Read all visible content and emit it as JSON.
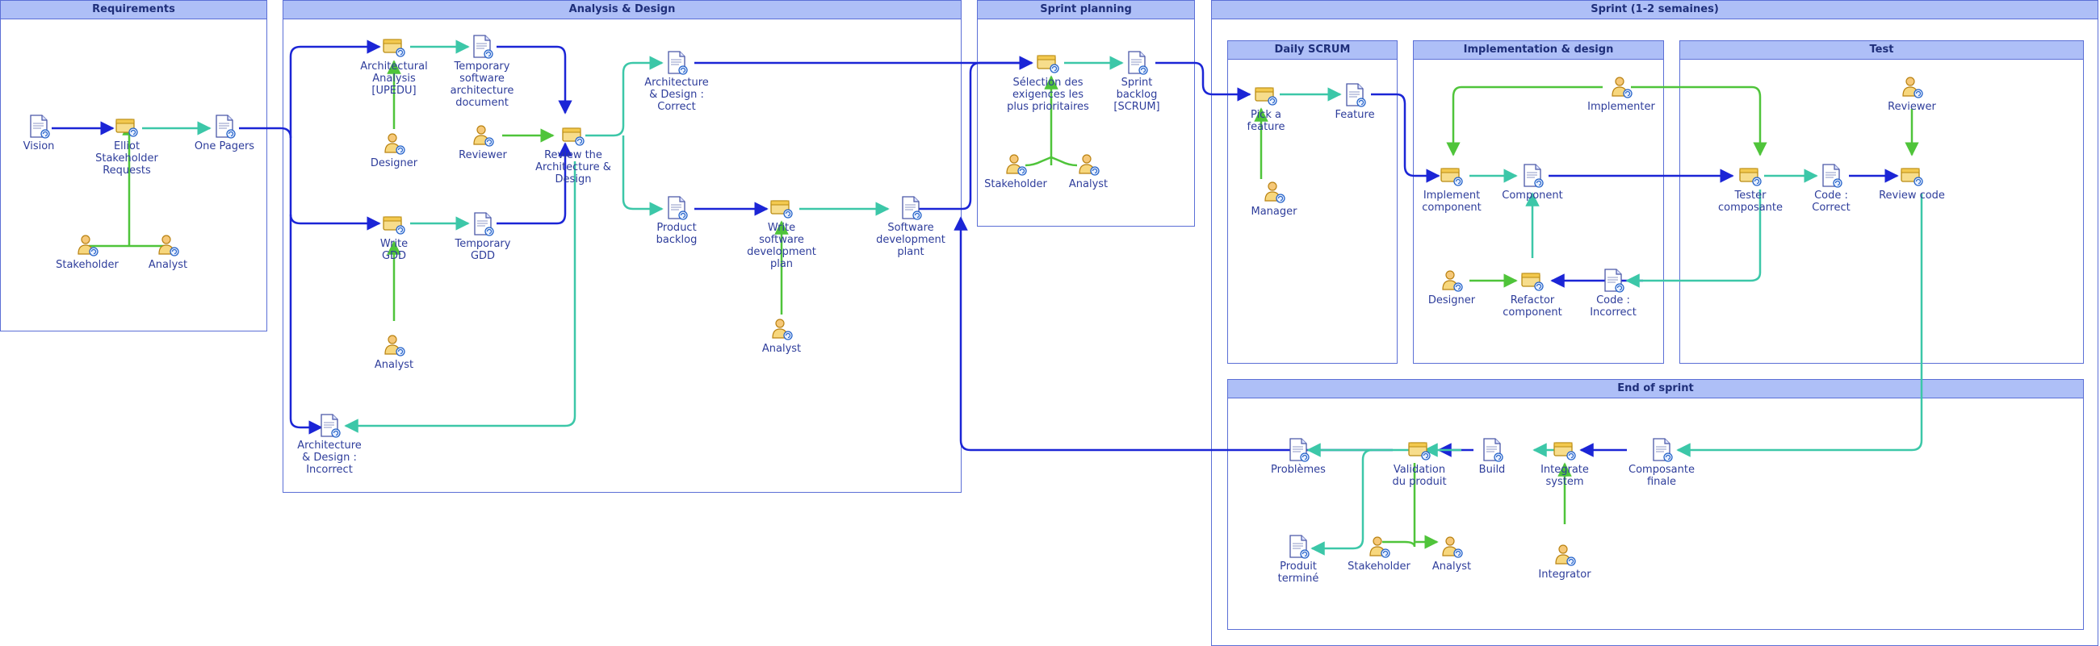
{
  "lanes": {
    "requirements": "Requirements",
    "analysis": "Analysis & Design",
    "sprint_planning": "Sprint planning",
    "sprint": "Sprint (1-2 semaines)",
    "daily": "Daily SCRUM",
    "implementation": "Implementation & design",
    "test": "Test",
    "end": "End of sprint"
  },
  "nodes": {
    "vision": "Vision",
    "elliot_req": "Elliot Stakeholder\nRequests",
    "one_pagers": "One Pagers",
    "req_stakeholder": "Stakeholder",
    "req_analyst": "Analyst",
    "arch_analysis": "Architectural\nAnalysis\n[UPEDU]",
    "temp_arch_doc": "Temporary\nsoftware\narchitecture\ndocument",
    "designer_ad": "Designer",
    "reviewer_ad": "Reviewer",
    "review_arch": "Review the\nArchitecture &\nDesign",
    "write_gdd": "Write\nGDD",
    "temp_gdd": "Temporary\nGDD",
    "analyst_gdd": "Analyst",
    "ad_incorrect": "Architecture\n& Design :\nIncorrect",
    "ad_correct": "Architecture\n& Design :\nCorrect",
    "product_backlog": "Product\nbacklog",
    "write_sdp": "Write\nsoftware\ndevelopment\nplan",
    "sdp": "Software\ndevelopment\nplant",
    "analyst_sdp": "Analyst",
    "selection": "Sélection des\nexigences les\nplus prioritaires",
    "sprint_backlog": "Sprint\nbacklog\n[SCRUM]",
    "sp_stakeholder": "Stakeholder",
    "sp_analyst": "Analyst",
    "pick_feature": "Pick a\nfeature",
    "feature": "Feature",
    "manager": "Manager",
    "implement_component": "Implement\ncomponent",
    "component": "Component",
    "implementer": "Implementer",
    "designer_impl": "Designer",
    "refactor": "Refactor\ncomponent",
    "code_incorrect": "Code :\nIncorrect",
    "tester": "Tester\ncomposante",
    "code_correct": "Code :\nCorrect",
    "review_code": "Review code",
    "reviewer_test": "Reviewer",
    "problemes": "Problèmes",
    "validation": "Validation\ndu produit",
    "build": "Build",
    "integrate": "Integrate\nsystem",
    "composante_finale": "Composante\nfinale",
    "produit_termine": "Produit\nterminé",
    "end_stakeholder": "Stakeholder",
    "end_analyst": "Analyst",
    "integrator": "Integrator"
  },
  "colors": {
    "flow": "#1b25d6",
    "output": "#3cc7a8",
    "performer": "#4fc43a",
    "lane_border": "#5b6fd6",
    "lane_header": "#aebff7",
    "label": "#2e3d9b"
  }
}
